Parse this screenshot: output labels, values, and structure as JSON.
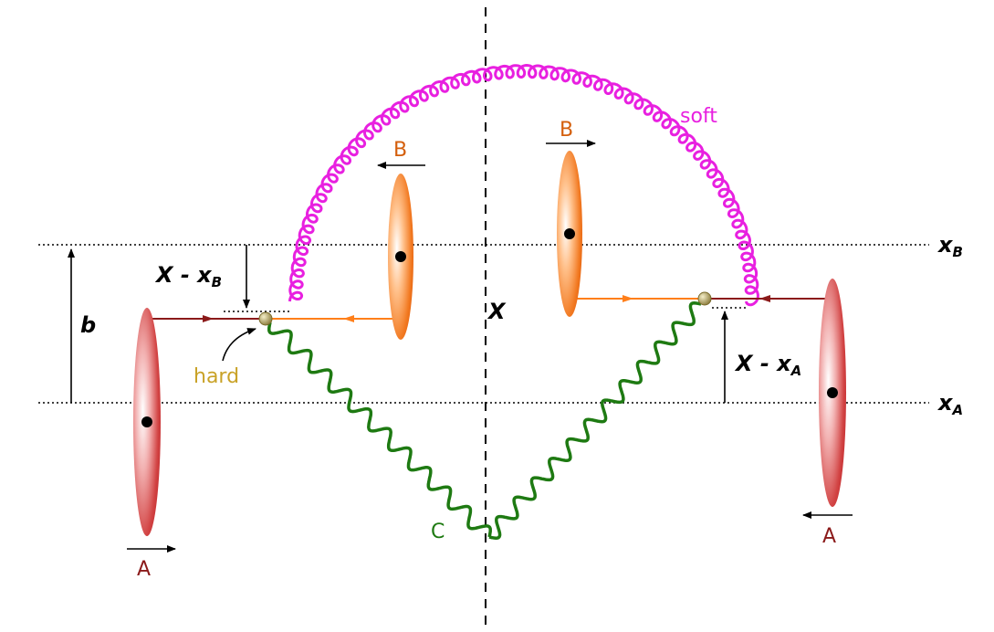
{
  "labels": {
    "soft": "soft",
    "hard": "hard",
    "c": "C",
    "b_left": "B",
    "b_right": "B",
    "a_left": "A",
    "a_right": "A",
    "big_x": "X",
    "b": "b",
    "x_minus": "X - x",
    "sub_b": "B",
    "sub_a": "A",
    "x_var": "x"
  },
  "colors": {
    "soft": "#e820e0",
    "hard_dot": "#b8a860",
    "hard_text": "#c9a227",
    "gluon_c": "#1e7a12",
    "nucleus_b": "#ee6a14",
    "nucleus_a": "#c8282c",
    "line_a": "#8b1a1a",
    "line_b": "#ff7f1a",
    "label_b": "#d45f0c",
    "label_a": "#8b1a1a"
  }
}
